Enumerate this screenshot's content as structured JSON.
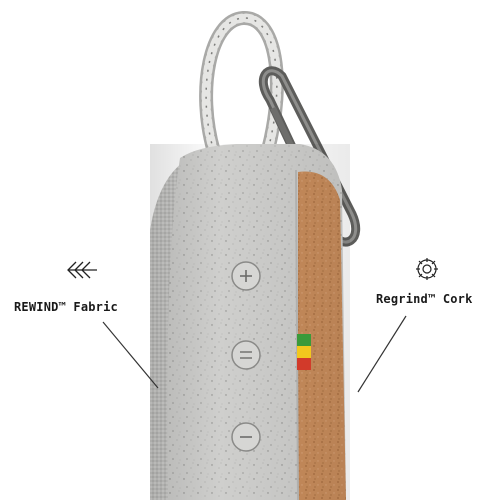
{
  "callouts": {
    "fabric_label": "REWIND™ Fabric",
    "cork_label": "Regrind™ Cork"
  },
  "icons": {
    "fabric": "chevron-arrows-icon",
    "cork": "recycle-gear-icon"
  },
  "colors": {
    "fabric_gray": "#c9c9c7",
    "cork_orange": "#c98c5a",
    "stripe_green": "#3a9a3a",
    "stripe_yellow": "#f2c81e",
    "stripe_red": "#d23a2a",
    "clip_gray": "#6a6a68"
  },
  "product": {
    "buttons": [
      "volume-up",
      "play-pause",
      "volume-down"
    ]
  }
}
